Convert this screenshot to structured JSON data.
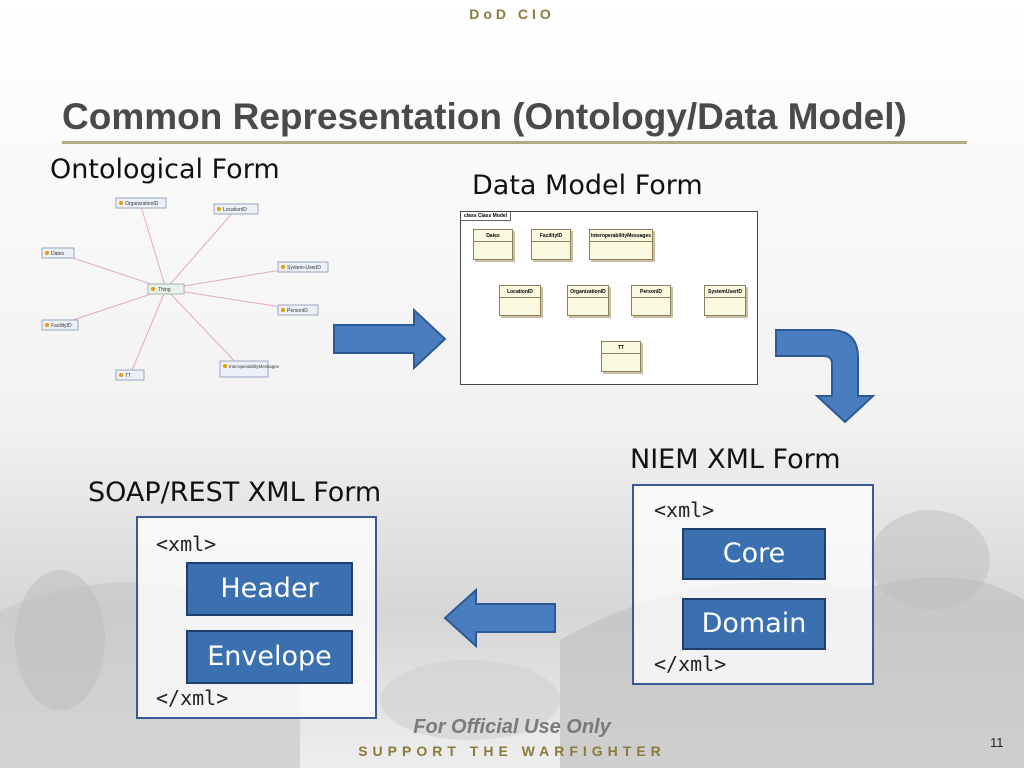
{
  "header": "DoD CIO",
  "title": "Common Representation (Ontology/Data Model)",
  "labels": {
    "ontological": "Ontological Form",
    "data_model": "Data Model Form",
    "niem": "NIEM XML Form",
    "soap": "SOAP/REST XML Form"
  },
  "ontology": {
    "center": "Thing",
    "nodes": [
      "OrganizationID",
      "LocationID",
      "Dates",
      "System-UserID",
      "PersonID",
      "FacilityID",
      "TT",
      "InteroperabilityMessages"
    ]
  },
  "data_model": {
    "frame_label": "class Class Model",
    "classes": [
      "Dates",
      "FacilityID",
      "InteroperabilityMessages",
      "LocationID",
      "OrganizationID",
      "PersonID",
      "SystemUserID",
      "TT"
    ]
  },
  "niem": {
    "open_tag": "<xml>",
    "close_tag": "</xml>",
    "boxes": [
      "Core",
      "Domain"
    ]
  },
  "soap": {
    "open_tag": "<xml>",
    "close_tag": "</xml>",
    "boxes": [
      "Header",
      "Envelope"
    ]
  },
  "footer": {
    "classification": "For Official Use Only",
    "motto": "SUPPORT THE WARFIGHTER",
    "page_number": "11"
  },
  "colors": {
    "accent_gold": "#8c7a3a",
    "arrow_blue": "#4a7cc0",
    "box_blue": "#3a6fb0"
  }
}
